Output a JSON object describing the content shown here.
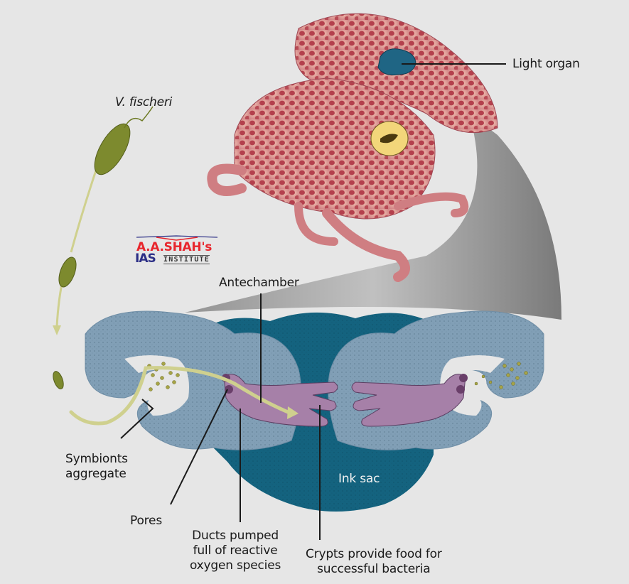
{
  "labels": {
    "species": "V. fischeri",
    "light_organ": "Light organ",
    "antechamber": "Antechamber",
    "symbionts": [
      "Symbionts",
      "aggregate"
    ],
    "pores": "Pores",
    "ducts": [
      "Ducts pumped",
      "full of reactive",
      "oxygen species"
    ],
    "crypts": [
      "Crypts provide food for",
      "successful bacteria"
    ],
    "ink_sac": "Ink sac"
  },
  "watermark": {
    "line1": "A.A.SHAH's",
    "line2_bold": "IAS",
    "line2_small": "INSTITUTE"
  },
  "colors": {
    "background": "#e6e6e6",
    "ink_sac": "#14637f",
    "tissue": "#7f9fb8",
    "squid_body": "#d98a8a",
    "squid_spots": "#b23a4a",
    "bacteria": "#7d8a2e",
    "ducts": "#a27fa6",
    "arrow": "#c9cc86",
    "logo_red": "#e8262d",
    "logo_blue": "#2c2f86"
  }
}
